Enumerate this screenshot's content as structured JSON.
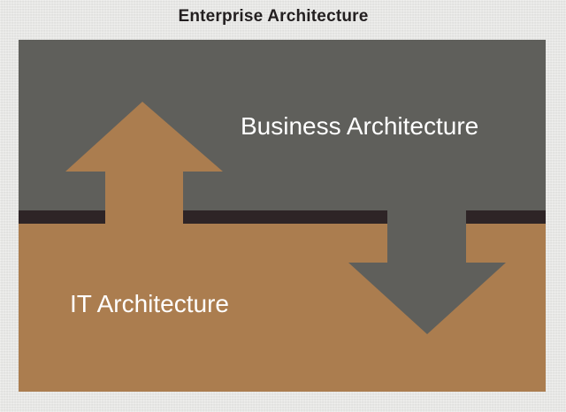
{
  "title": "Enterprise Architecture",
  "business_label": "Business Architecture",
  "it_label": "IT Architecture",
  "colors": {
    "business_layer": "#5f5f5b",
    "it_layer": "#ab7d4f",
    "divider": "#2e2426",
    "background": "#e6e6e4",
    "label_text": "#ffffff",
    "title_text": "#231f20"
  },
  "arrows": {
    "up": "IT to Business",
    "down": "Business to IT"
  }
}
